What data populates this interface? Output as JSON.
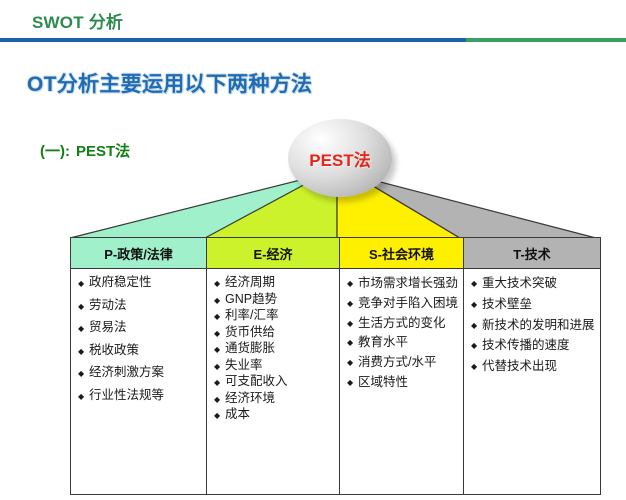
{
  "header": {
    "title": "SWOT 分析",
    "rule_blue": "#1f63ab",
    "rule_green": "#3a9e63",
    "title_color": "#2e8b4f"
  },
  "page_title": {
    "text": "OT分析主要运用以下两种方法",
    "color": "#1f6cb4"
  },
  "method_label": {
    "number": "(一):",
    "text": "PEST法",
    "color": "#128016"
  },
  "sphere": {
    "label": "PEST法",
    "text_color": "#e8251b"
  },
  "matrix": {
    "columns": [
      {
        "key": "P",
        "header": "P-政策/法律",
        "color": "#9ff0cb",
        "items": [
          "政府稳定性",
          "劳动法",
          "贸易法",
          "税收政策",
          "经济刺激方案",
          "行业性法规等"
        ]
      },
      {
        "key": "E",
        "header": "E-经济",
        "color": "#ccf22b",
        "items": [
          "经济周期",
          "GNP趋势",
          "利率/汇率",
          "货币供给",
          "通货膨胀",
          "失业率",
          "可支配收入",
          "经济环境",
          "成本"
        ]
      },
      {
        "key": "S",
        "header": "S-社会环境",
        "color": "#fff000",
        "items": [
          "市场需求增长强劲",
          "竞争对手陷入困境",
          "生活方式的变化",
          "教育水平",
          "消费方式/水平",
          "区域特性"
        ]
      },
      {
        "key": "T",
        "header": "T-技术",
        "color": "#b3b3b3",
        "items": [
          "重大技术突破",
          "技术壁垒",
          "新技术的发明和进展",
          "技术传播的速度",
          "代替技术出现"
        ]
      }
    ]
  }
}
